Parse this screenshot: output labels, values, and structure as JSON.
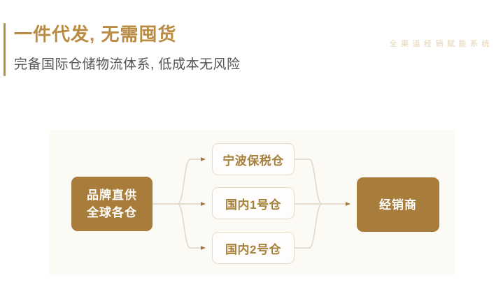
{
  "header": {
    "title": "一件代发, 无需囤货",
    "subtitle": "完备国际仓储物流体系, 低成本无风险",
    "brand_tag": "全渠道经销赋能系统",
    "accent_color": "#B98E45",
    "title_color": "#B98B43",
    "subtitle_color": "#555555",
    "brand_tag_color": "#E3D2B0"
  },
  "diagram": {
    "panel_background": "#FCFAF5",
    "connector_color": "#E3D9C9",
    "arrow_color": "#9C7A3C",
    "source": {
      "line1": "品牌直供",
      "line2": "全球各仓",
      "fill": "#A87C3A",
      "text_color": "#FFFFFF"
    },
    "warehouses": [
      {
        "label": "宁波保税仓",
        "fill": "#FEFDFB",
        "border": "#E7DCC9",
        "text_color": "#A6813E"
      },
      {
        "label": "国内1号仓",
        "fill": "#FEFDFB",
        "border": "#E7DCC9",
        "text_color": "#A6813E"
      },
      {
        "label": "国内2号仓",
        "fill": "#FEFDFB",
        "border": "#E7DCC9",
        "text_color": "#A6813E"
      }
    ],
    "destination": {
      "label": "经销商",
      "fill": "#A87C3A",
      "text_color": "#FFFFFF"
    }
  }
}
